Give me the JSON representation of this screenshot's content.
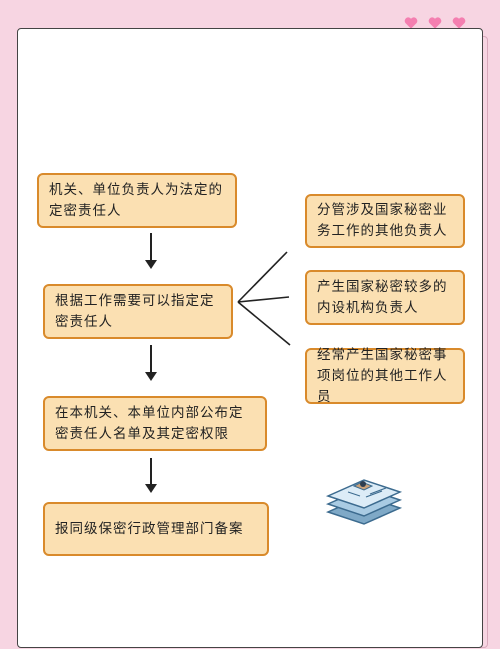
{
  "flow": {
    "step1": "机关、单位负责人为法定的定密责任人",
    "step2": "根据工作需要可以指定定密责任人",
    "step3": "在本机关、本单位内部公布定密责任人名单及其定密权限",
    "step4": "报同级保密行政管理部门备案"
  },
  "designees": [
    "分管涉及国家秘密业务工作的其他负责人",
    "产生国家秘密较多的内设机构负责人",
    "经常产生国家秘密事项岗位的其他工作人员"
  ],
  "colors": {
    "background": "#f7d5e2",
    "box_fill": "#fbe0b2",
    "box_border": "#d98a2b",
    "heart": "#f47fb0"
  },
  "icons": [
    "heart-icon",
    "heart-icon",
    "heart-icon",
    "document-stack-icon"
  ]
}
